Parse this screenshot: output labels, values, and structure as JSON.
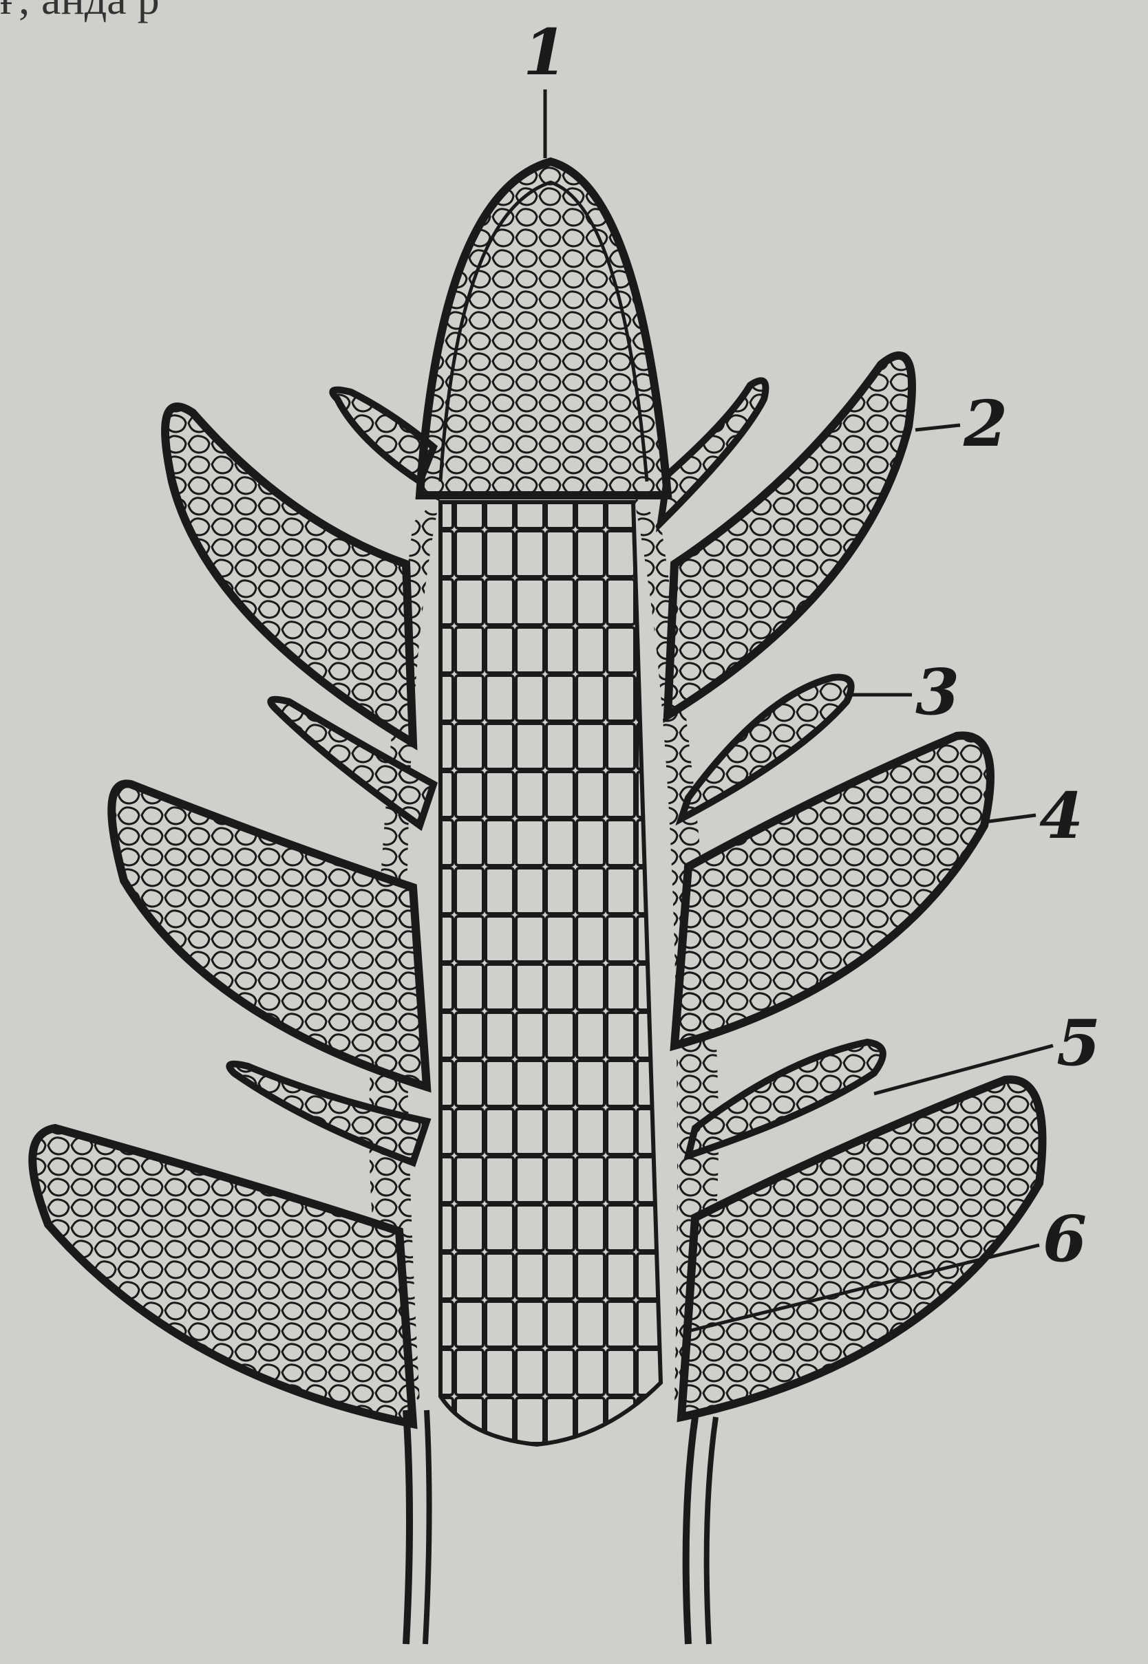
{
  "header_fragment": "ғ; анда р",
  "labels": {
    "l1": "1",
    "l2": "2",
    "l3": "3",
    "l4": "4",
    "l5": "5",
    "l6": "6"
  },
  "colors": {
    "background": "#cfcfcb",
    "ink": "#1a1a1a"
  }
}
